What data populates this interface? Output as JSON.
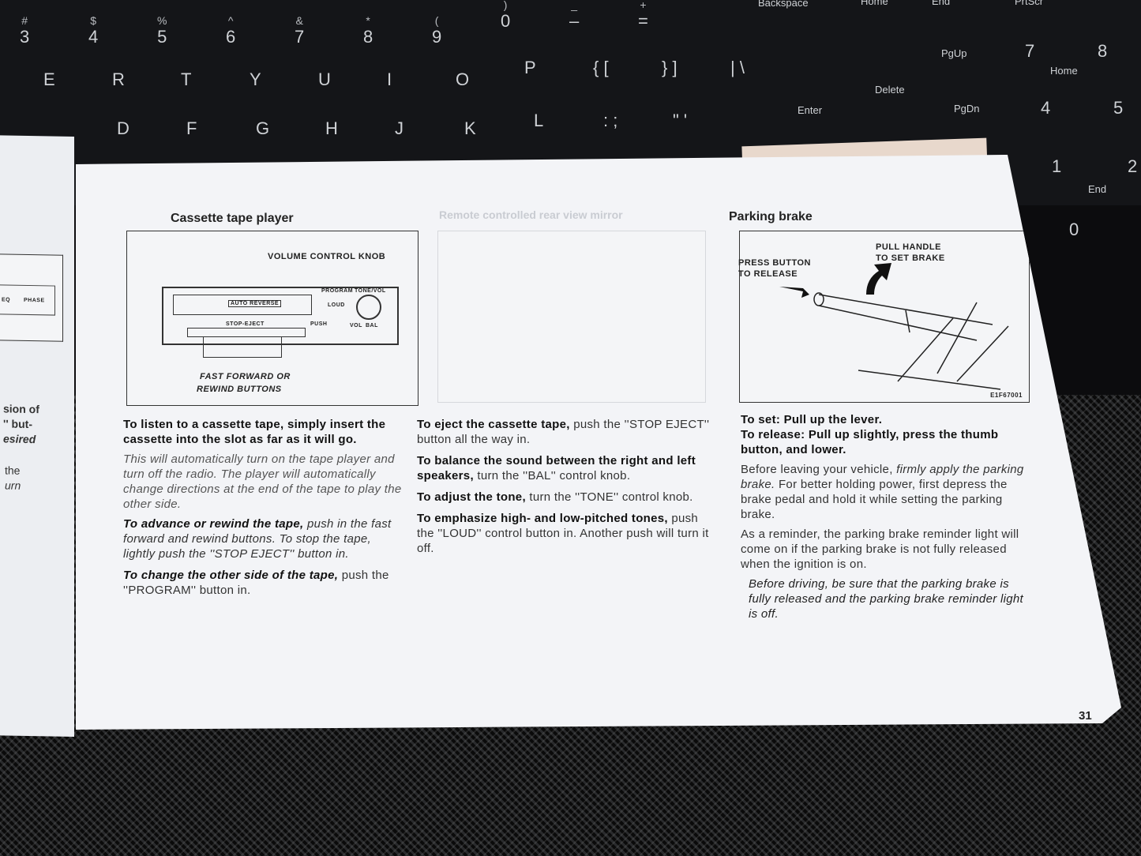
{
  "keyboard": {
    "number_row": [
      {
        "top": "#",
        "bottom": "3"
      },
      {
        "top": "$",
        "bottom": "4"
      },
      {
        "top": "%",
        "bottom": "5"
      },
      {
        "top": "^",
        "bottom": "6"
      },
      {
        "top": "&",
        "bottom": "7"
      },
      {
        "top": "*",
        "bottom": "8"
      },
      {
        "top": "(",
        "bottom": "9"
      },
      {
        "top": ")",
        "bottom": "0"
      },
      {
        "top": "_",
        "bottom": "–"
      },
      {
        "top": "+",
        "bottom": "="
      }
    ],
    "letter_row_1": [
      "E",
      "R",
      "T",
      "Y",
      "U",
      "I",
      "O",
      "P",
      "{ [",
      "} ]",
      "| \\"
    ],
    "letter_row_2": [
      "D",
      "F",
      "G",
      "H",
      "J",
      "K",
      "L",
      ": ;",
      "\" '"
    ],
    "nav": {
      "backspace": "Backspace",
      "home": "Home",
      "end": "End",
      "prtscr": "PrtScr",
      "pgup": "PgUp",
      "delete": "Delete",
      "enter": "Enter",
      "pgdn": "PgDn",
      "end2": "End"
    },
    "numpad": [
      "7",
      "8",
      "Home",
      "4",
      "5",
      "1",
      "2",
      "0"
    ]
  },
  "left_page_fragments": [
    "sion of",
    "'' but-",
    "esired",
    "the",
    "urn"
  ],
  "left_panel_fragments": [
    "EQ",
    "PHASE"
  ],
  "cassette": {
    "title": "Cassette tape player",
    "figure": {
      "volume_label": "VOLUME CONTROL KNOB",
      "program": "PROGRAM",
      "tone_vol": "TONE/VOL",
      "loud": "LOUD",
      "auto_reverse": "AUTO REVERSE",
      "stop_eject": "STOP-EJECT",
      "push": "PUSH",
      "vol": "VOL",
      "bal": "BAL",
      "ff_label_1": "FAST FORWARD OR",
      "ff_label_2": "REWIND BUTTONS"
    },
    "p1_bold": "To listen to a cassette tape, simply insert the cassette into the slot as far as it will go.",
    "p2": "This will automatically turn on the tape player and turn off the radio. The player will automatically change directions at the end of the tape to play the other side.",
    "p3_bold": "To advance or rewind the tape,",
    "p3": " push in the fast forward and rewind buttons. To stop the tape, lightly push the ''STOP EJECT'' button in.",
    "p4_bold": "To change the other side of the tape,",
    "p4": " push the ''PROGRAM'' button in."
  },
  "middle": {
    "ghost_title": "Remote controlled rear view mirror",
    "p1_bold": "To eject the cassette tape,",
    "p1": " push the ''STOP EJECT'' button all the way in.",
    "p2_bold": "To balance the sound between the right and left speakers,",
    "p2": " turn the ''BAL'' control knob.",
    "p3_bold": "To adjust the tone,",
    "p3": " turn the ''TONE'' control knob.",
    "p4_bold": "To emphasize high- and low-pitched tones,",
    "p4": " push the ''LOUD'' control button in. Another push will turn it off."
  },
  "parking": {
    "title": "Parking brake",
    "figure": {
      "press_1": "PRESS BUTTON",
      "press_2": "TO RELEASE",
      "pull_1": "PULL HANDLE",
      "pull_2": "TO SET BRAKE",
      "code": "E1F67001"
    },
    "set": "To set: Pull up the lever.",
    "release": "To release: Pull up slightly, press the thumb button, and lower.",
    "p1a": "Before leaving your vehicle, ",
    "p1b": "firmly apply the parking brake.",
    "p1c": " For better holding power, first depress the brake pedal and hold it while setting the parking brake.",
    "p2": "As a reminder, the parking brake reminder light will come on if the parking brake is not fully released when the ignition is on.",
    "p3": "Before driving, be sure that the parking brake is fully released and the parking brake reminder light is off."
  },
  "page_number": "31"
}
